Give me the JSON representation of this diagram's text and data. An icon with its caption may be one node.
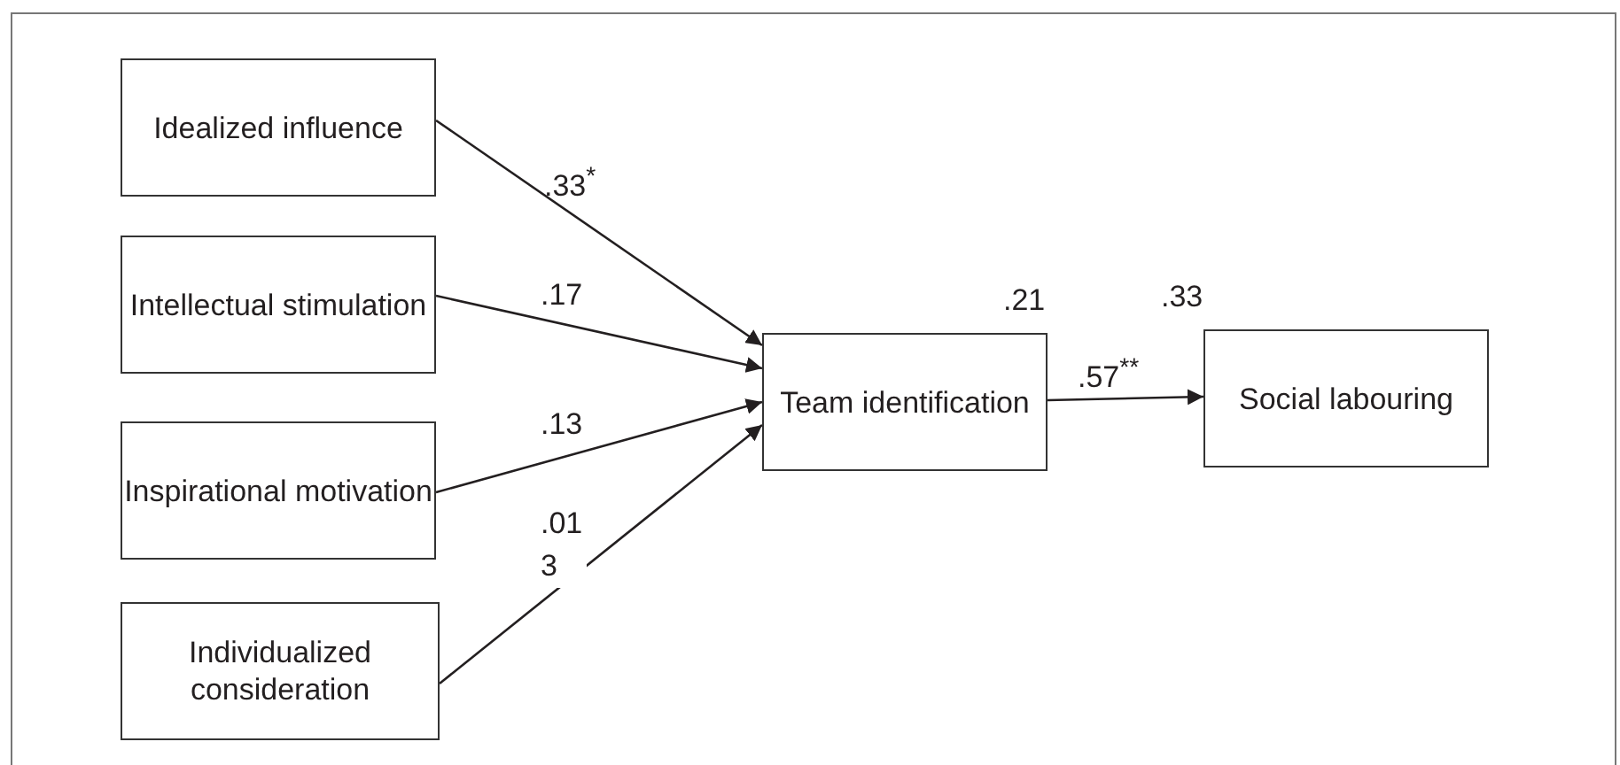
{
  "diagram": {
    "nodes": [
      {
        "text": [
          "Idealized influence"
        ]
      },
      {
        "text": [
          "Intellectual stimulation"
        ]
      },
      {
        "text": [
          "Inspirational motivation"
        ]
      },
      {
        "text": [
          "Individualized consideration"
        ]
      },
      {
        "text": [
          "Team identification"
        ],
        "beside": [
          ".21"
        ]
      },
      {
        "text": [
          "Social labouring"
        ],
        "beside": [
          ".33"
        ]
      }
    ],
    "edges": [
      {
        "from": 0,
        "to": 4,
        "arrow": "to",
        "label": ".33$^{*}$"
      },
      {
        "from": 1,
        "to": 4,
        "arrow": "to",
        "label": ".17"
      },
      {
        "from": 2,
        "to": 4,
        "arrow": "to",
        "label": ".13"
      },
      {
        "from": 3,
        "to": 4,
        "arrow": "to",
        "label": ".01 3"
      },
      {
        "from": 4,
        "to": 5,
        "arrow": "to",
        "label": ".57$^{**}$"
      }
    ]
  }
}
